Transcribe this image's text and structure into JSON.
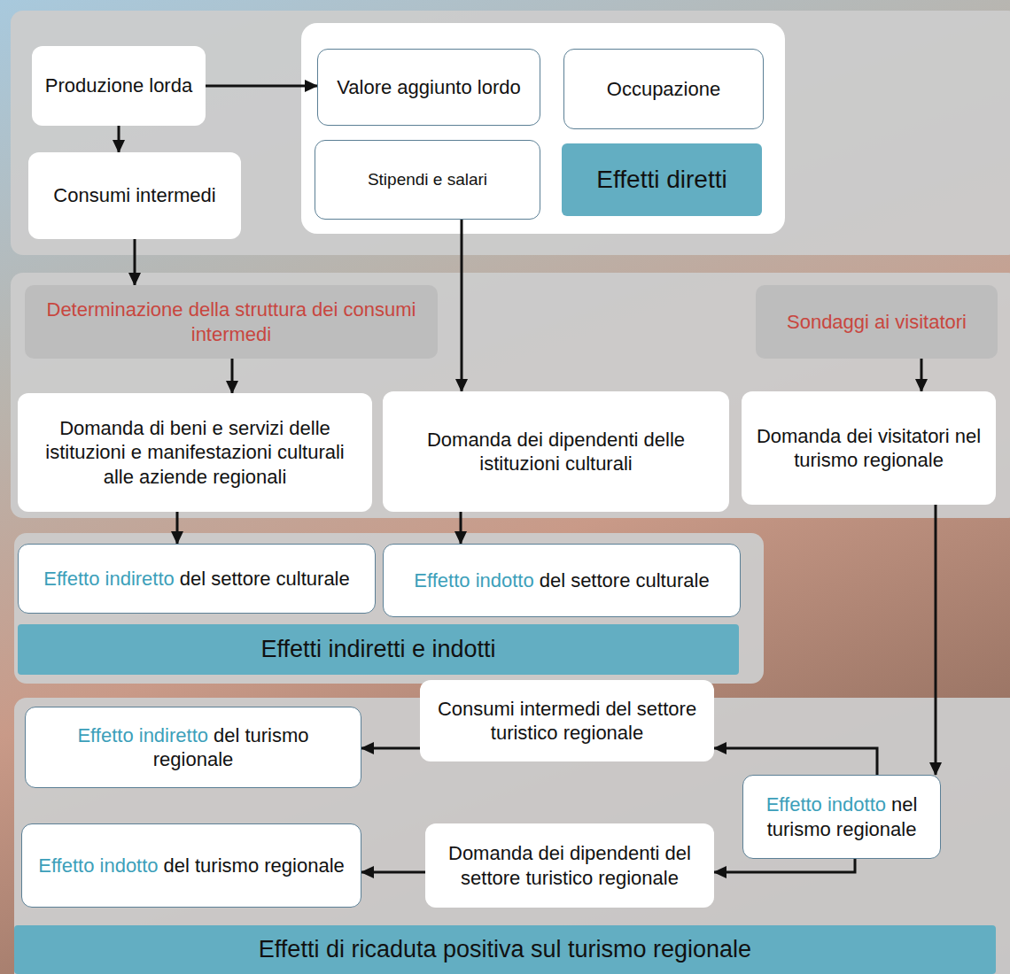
{
  "diagram": {
    "nodes": [
      {
        "text": [
          "Produzione lorda"
        ]
      },
      {
        "text": [
          "Valore aggiunto lordo"
        ]
      },
      {
        "text": [
          "Occupazione"
        ]
      },
      {
        "text": [
          "Consumi intermedi"
        ]
      },
      {
        "text": [
          "Stipendi e salari"
        ]
      },
      {
        "text": [
          "Effetti diretti"
        ]
      },
      {
        "text": [
          "Determinazione della struttura dei consumi intermedi"
        ]
      },
      {
        "text": [
          "Sondaggi ai visitatori"
        ]
      },
      {
        "text": [
          "Domanda di beni e servizi delle istituzioni e manifestazioni culturali alle aziende regionali"
        ]
      },
      {
        "text": [
          "Domanda dei dipendenti delle istituzioni culturali"
        ]
      },
      {
        "text": [
          "Domanda dei visitatori nel turismo regionale"
        ]
      },
      {
        "text": [
          "Effetto indiretto",
          "del settore culturale"
        ]
      },
      {
        "text": [
          "Effetto indotto",
          "del settore culturale"
        ]
      },
      {
        "text": [
          "Effetti indiretti e indotti"
        ]
      },
      {
        "text": [
          "Effetto indiretto",
          "del turismo regionale"
        ]
      },
      {
        "text": [
          "Consumi intermedi del settore turistico regionale"
        ]
      },
      {
        "text": [
          "Effetto indotto",
          "nel turismo regionale"
        ]
      },
      {
        "text": [
          "Effetto indotto",
          "del turismo regionale"
        ]
      },
      {
        "text": [
          "Domanda dei dipendenti del settore turistico regionale"
        ]
      },
      {
        "text": [
          "Effetti di ricaduta positiva sul turismo regionale"
        ]
      }
    ],
    "edges": [
      {
        "from": 0,
        "to": 1,
        "arrow": "to"
      },
      {
        "from": 0,
        "to": 3,
        "arrow": "to"
      },
      {
        "from": 3,
        "to": 6,
        "arrow": "to"
      },
      {
        "from": 4,
        "to": 9,
        "arrow": "to"
      },
      {
        "from": 6,
        "to": 8,
        "arrow": "to"
      },
      {
        "from": 7,
        "to": 10,
        "arrow": "to"
      },
      {
        "from": 8,
        "to": 11,
        "arrow": "to"
      },
      {
        "from": 9,
        "to": 12,
        "arrow": "to"
      },
      {
        "from": 10,
        "to": 16,
        "arrow": "to"
      },
      {
        "from": 16,
        "to": 15,
        "arrow": "to"
      },
      {
        "from": 16,
        "to": 18,
        "arrow": "to"
      },
      {
        "from": 15,
        "to": 14,
        "arrow": "to"
      },
      {
        "from": 18,
        "to": 17,
        "arrow": "to"
      }
    ]
  }
}
